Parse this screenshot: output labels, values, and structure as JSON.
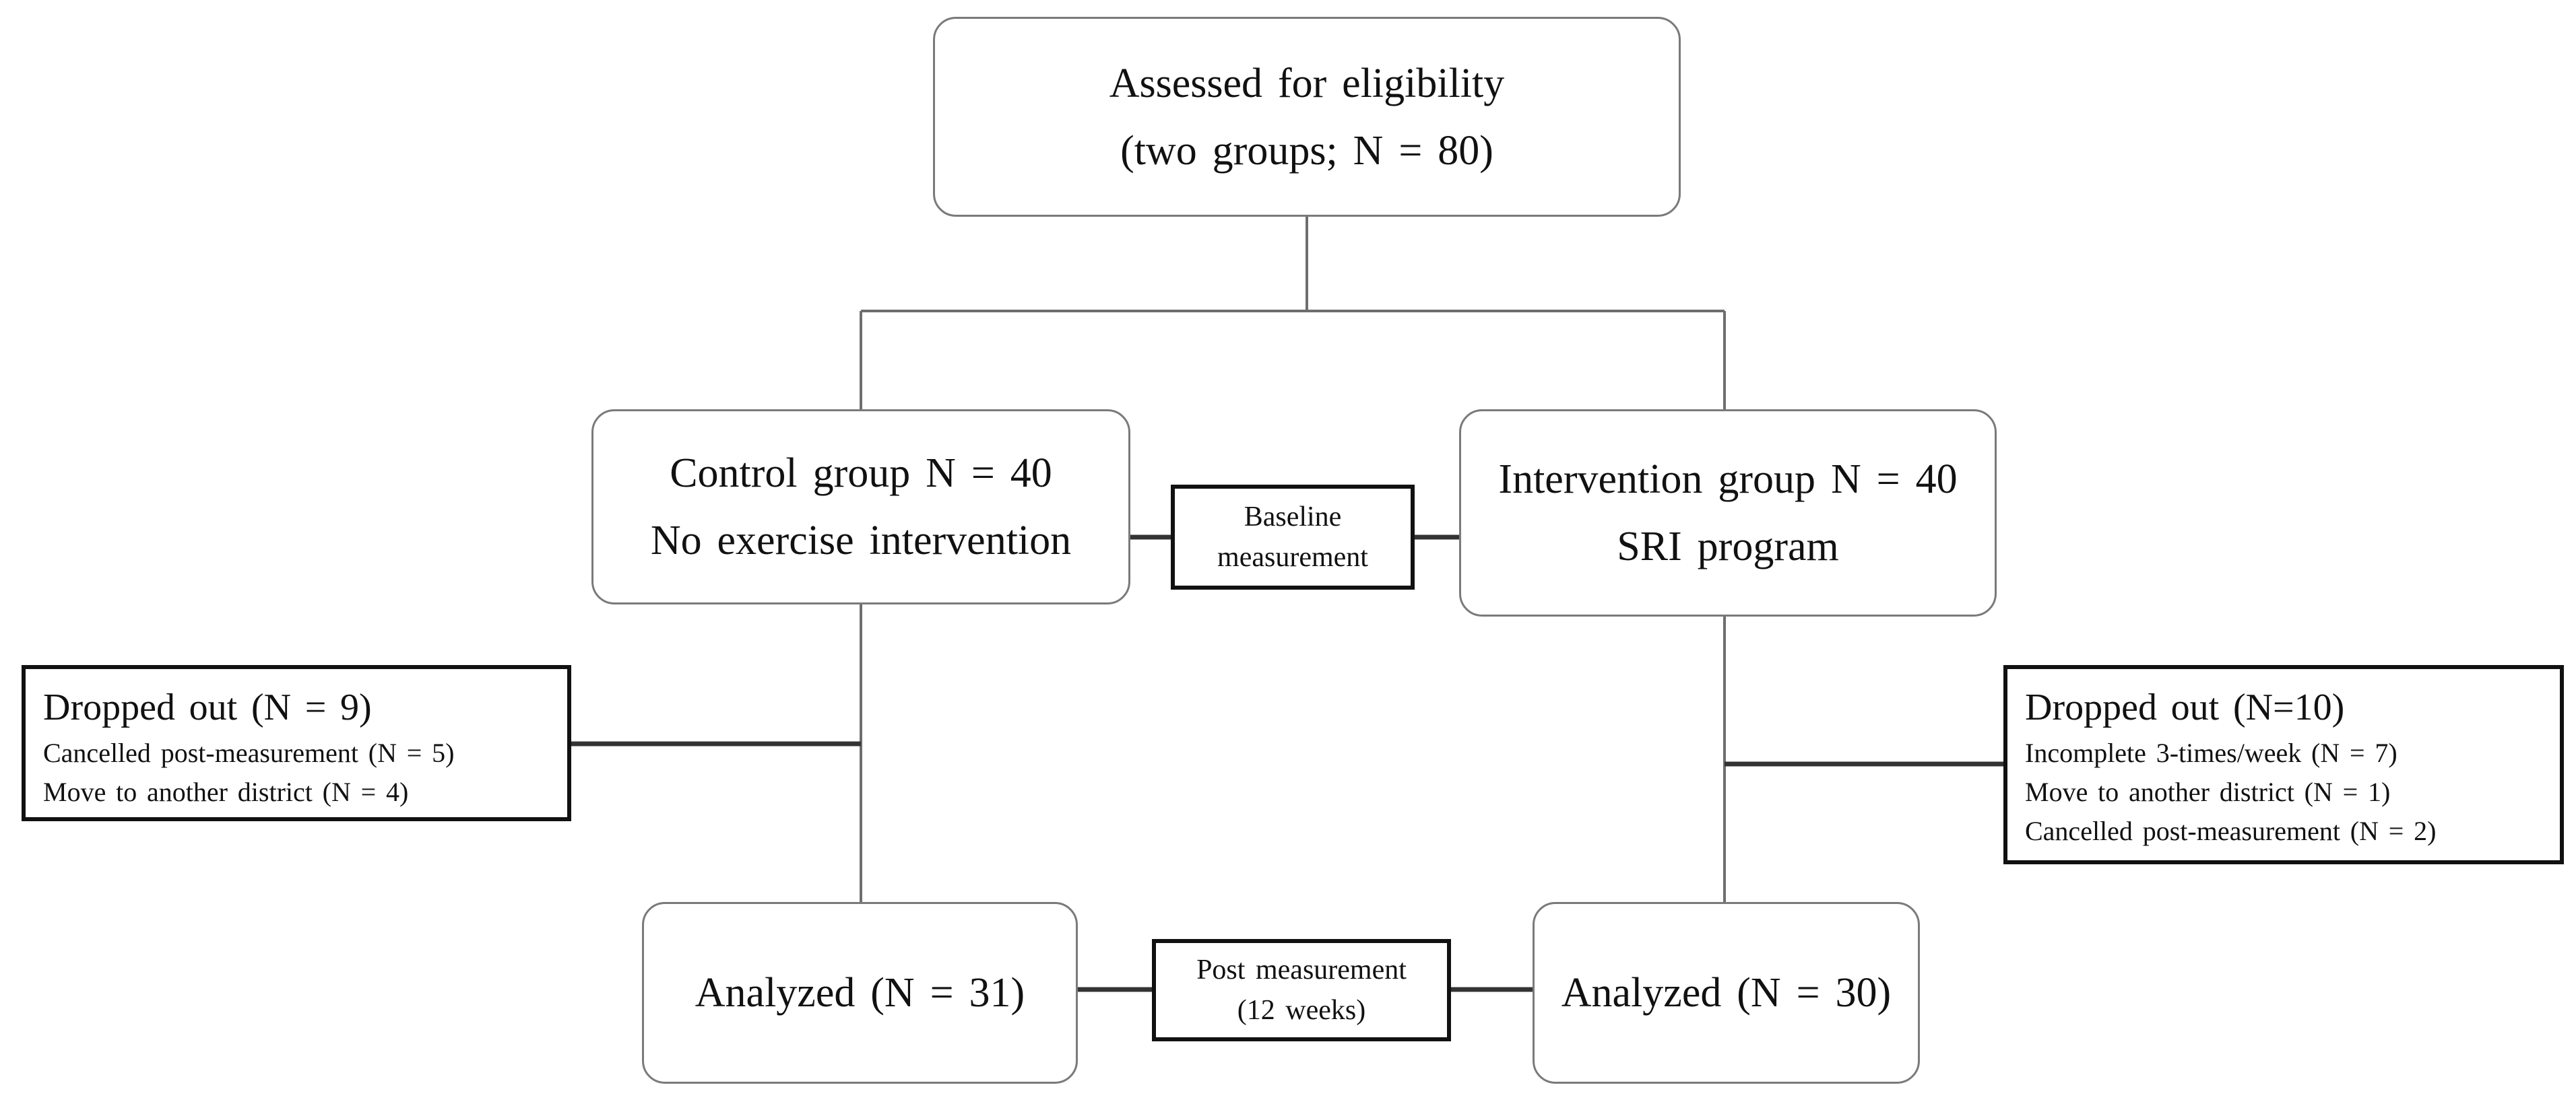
{
  "flowchart": {
    "assessed": {
      "line1": "Assessed  for eligibility",
      "line2": "(two groups;  N = 80)"
    },
    "control": {
      "line1": "Control group N = 40",
      "line2": "No exercise  intervention"
    },
    "intervention": {
      "line1": "Intervention  group N = 40",
      "line2": "SRI program"
    },
    "baseline": {
      "line1": "Baseline",
      "line2": "measurement"
    },
    "dropped_control": {
      "title": "Dropped out (N = 9)",
      "items": [
        "Cancelled post-measurement  (N = 5)",
        "Move to another district  (N = 4)"
      ]
    },
    "dropped_intervention": {
      "title": "Dropped  out (N=10)",
      "items": [
        "Incomplete  3-times/week  (N = 7)",
        "Move to another  district  (N = 1)",
        "Cancelled  post-measurement  (N = 2)"
      ]
    },
    "analyzed_control": {
      "label": "Analyzed  (N = 31)"
    },
    "analyzed_intervention": {
      "label": "Analyzed  (N = 30)"
    },
    "post": {
      "line1": "Post measurement",
      "line2": "(12 weeks)"
    }
  }
}
